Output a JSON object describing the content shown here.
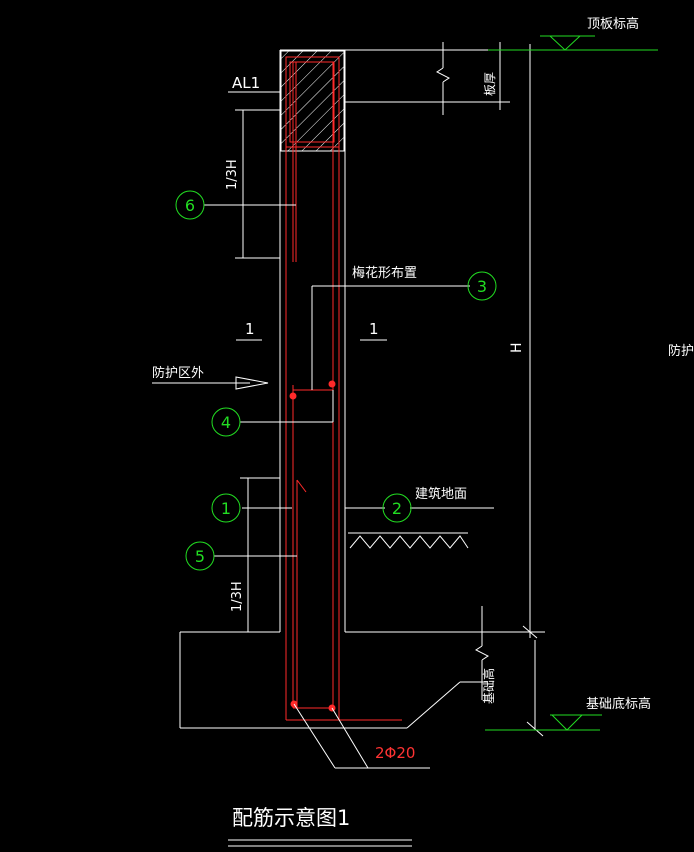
{
  "drawing": {
    "title": "配筋示意图1",
    "labels": {
      "beam": "AL1",
      "height_third_top": "1/3H",
      "height_third_bottom": "1/3H",
      "height": "H",
      "plum_layout": "梅花形布置",
      "section_left": "1",
      "section_right": "1",
      "outside_zone": "防护区外",
      "inside_zone": "防护区",
      "building_ground": "建筑地面",
      "top_slab_elevation": "顶板标高",
      "slab_thickness": "板厚",
      "foundation_height": "基础高",
      "foundation_bottom_elevation": "基础底标高",
      "rebar_spec": "2Φ20"
    },
    "callouts": [
      "1",
      "2",
      "3",
      "4",
      "5",
      "6"
    ]
  },
  "colors": {
    "background": "#000000",
    "lines": "#ffffff",
    "rebar": "#ff2a2a",
    "callout": "#22dd22"
  }
}
